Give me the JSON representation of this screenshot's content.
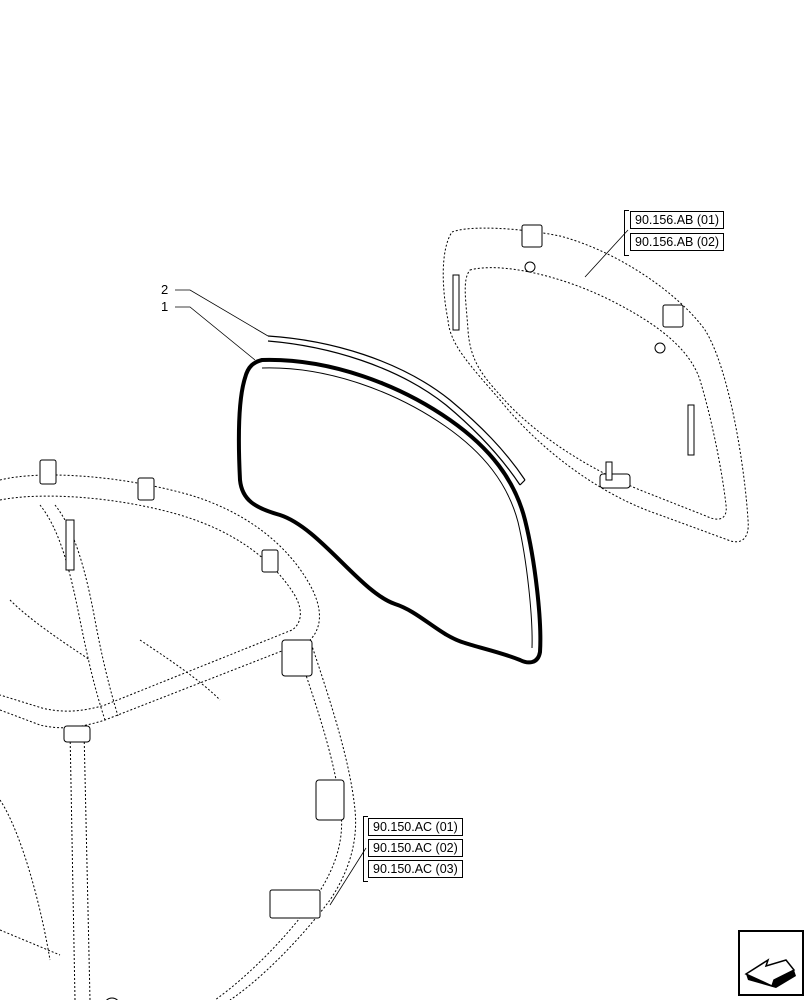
{
  "callouts": {
    "part_1": "1",
    "part_2": "2"
  },
  "references": {
    "group_window": [
      "90.156.AB (01)",
      "90.156.AB (02)"
    ],
    "group_cab": [
      "90.150.AC (01)",
      "90.150.AC (02)",
      "90.150.AC (03)"
    ]
  },
  "icons": {
    "navigation": "next-page-arrow-icon"
  }
}
